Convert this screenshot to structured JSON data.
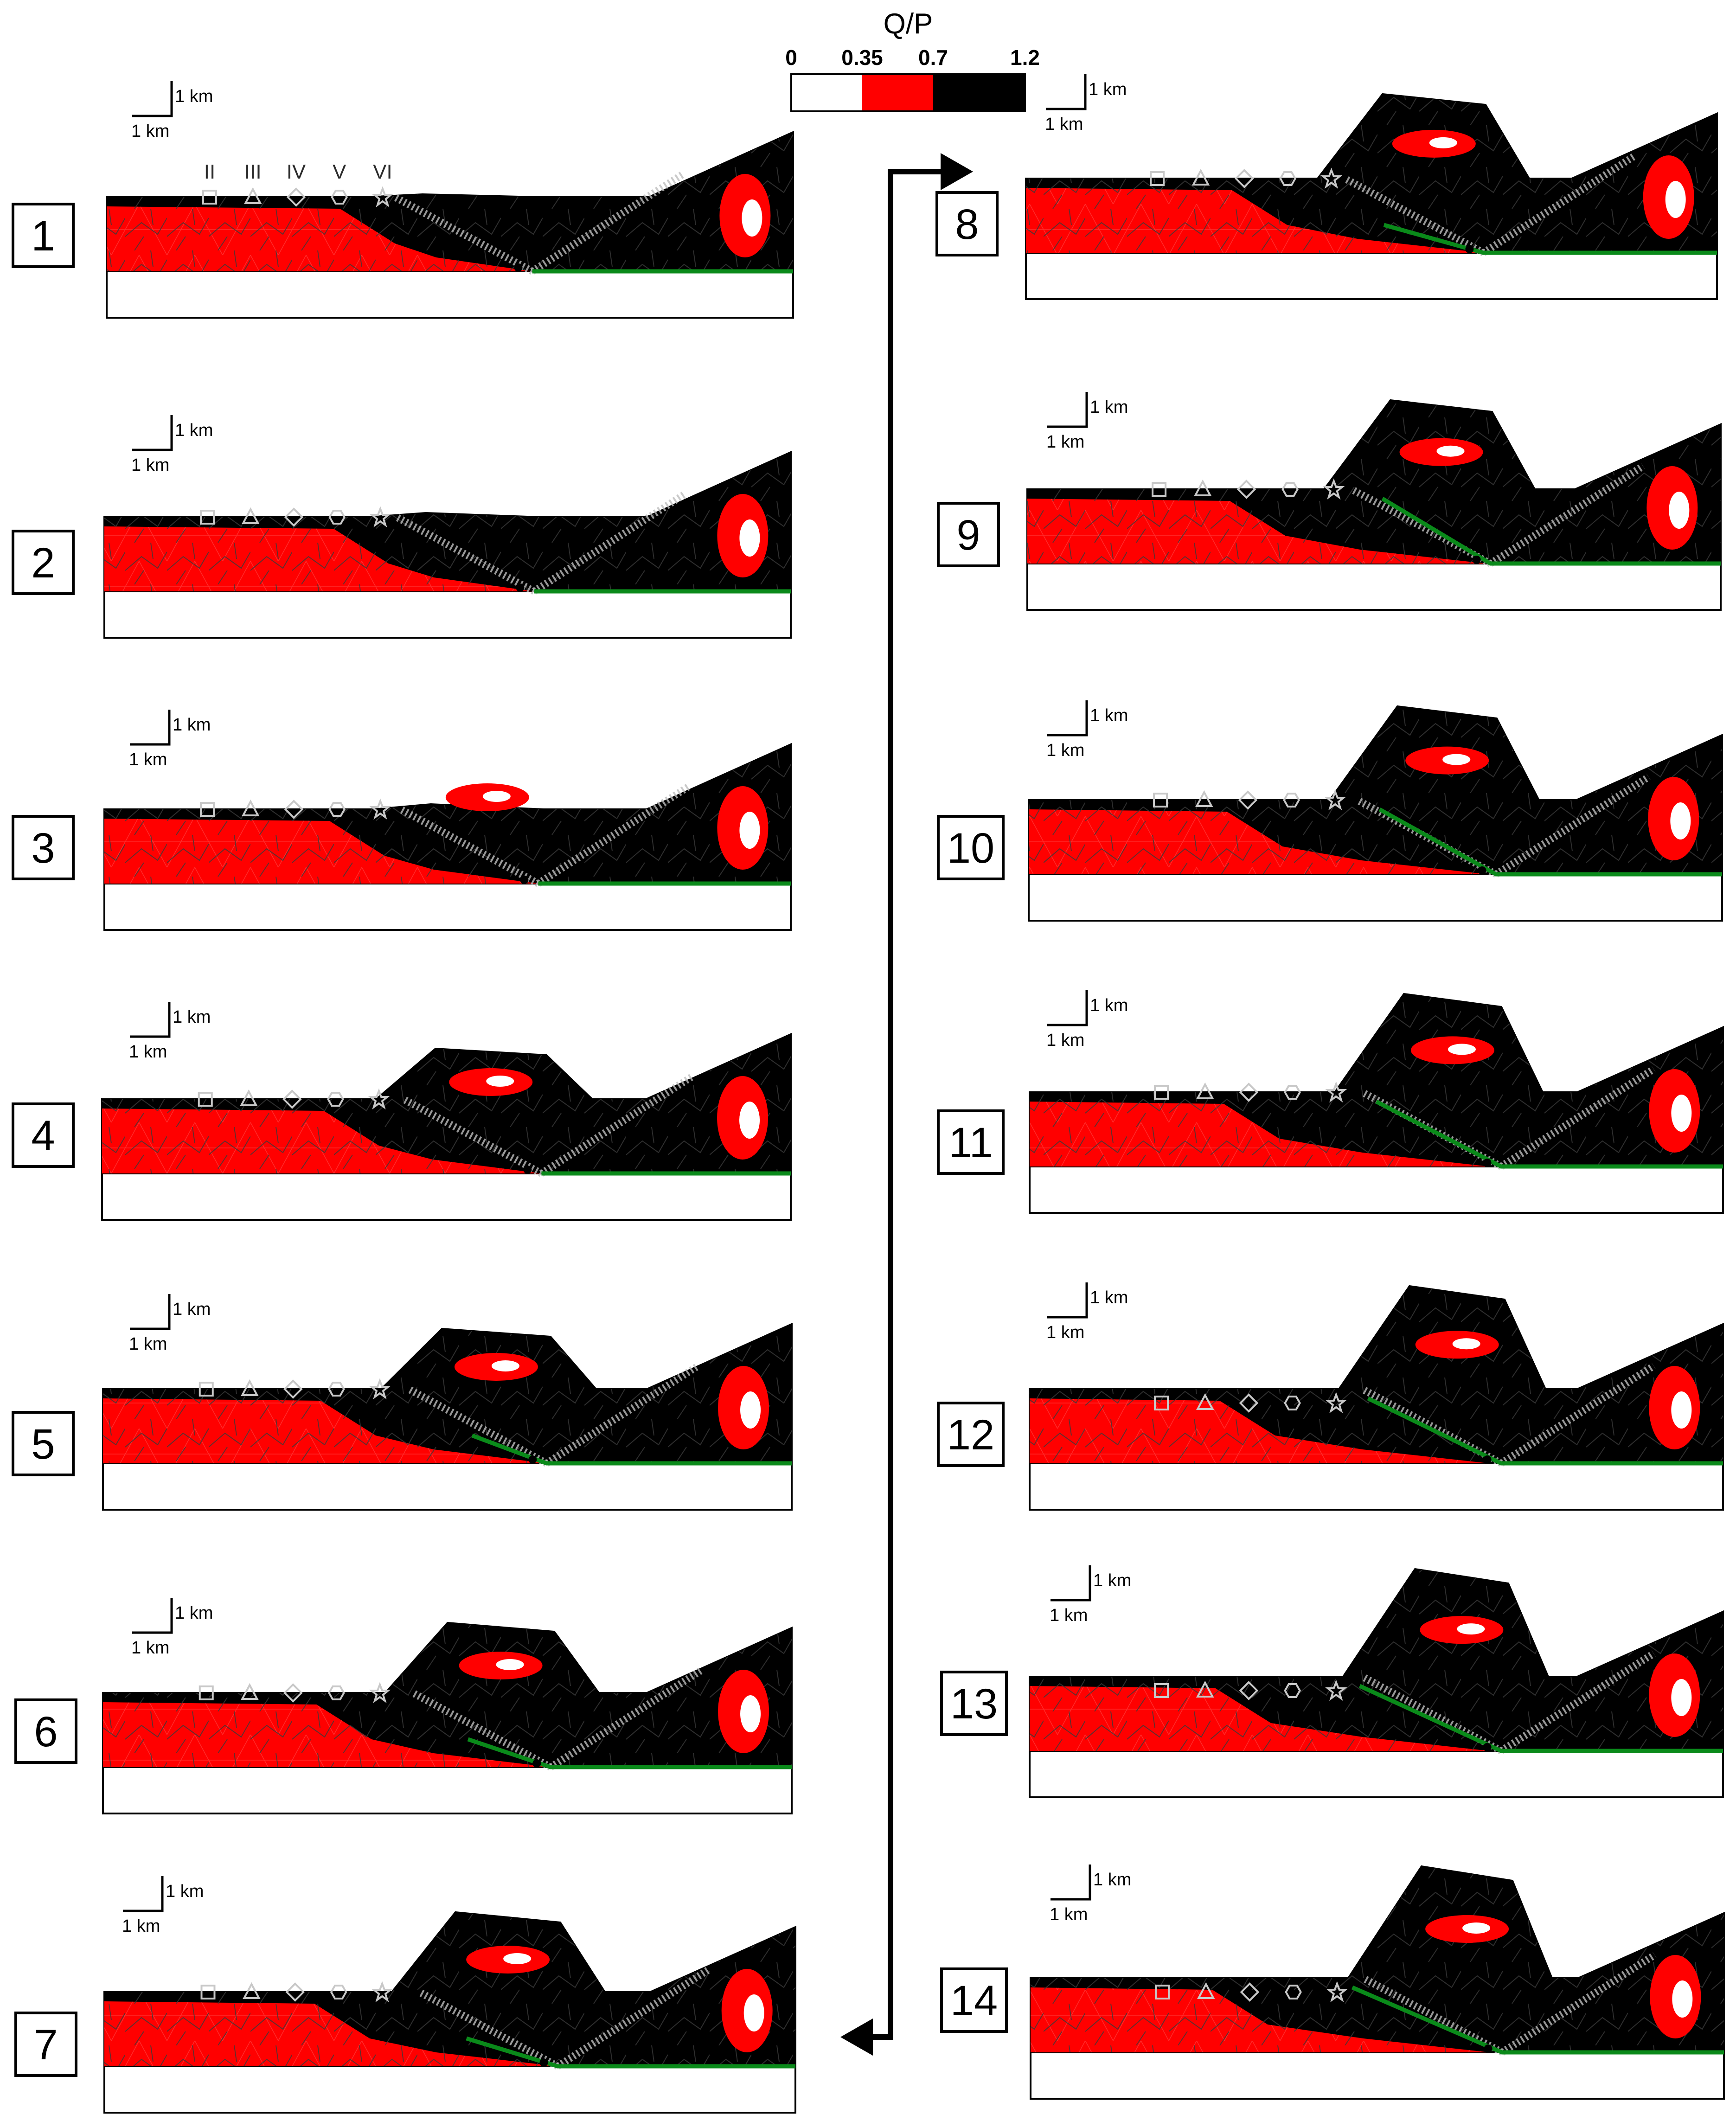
{
  "legend": {
    "title": "Q/P",
    "ticks": [
      "0",
      "0.35",
      "0.7",
      "1.2"
    ],
    "tick_values": [
      0,
      0.35,
      0.7,
      1.2
    ],
    "colors": {
      "low": "#ffffff",
      "mid": "#ff0000",
      "high": "#000000"
    },
    "color_stops": [
      {
        "from": 0,
        "to": 0.35,
        "color": "#ffffff"
      },
      {
        "from": 0.35,
        "to": 0.7,
        "color": "#ff0000"
      },
      {
        "from": 0.7,
        "to": 1.2,
        "color": "#000000"
      }
    ]
  },
  "scale_bar": {
    "vertical": "1 km",
    "horizontal": "1 km"
  },
  "markers": [
    {
      "label": "II",
      "icon": "square-icon"
    },
    {
      "label": "III",
      "icon": "triangle-icon"
    },
    {
      "label": "IV",
      "icon": "diamond-icon"
    },
    {
      "label": "V",
      "icon": "hexagon-icon"
    },
    {
      "label": "VI",
      "icon": "star-icon"
    }
  ],
  "colors": {
    "fault": "#0a8a1a",
    "arrow": "#000000",
    "grain": "#d8d8d8"
  },
  "panels": [
    {
      "label": "1"
    },
    {
      "label": "2"
    },
    {
      "label": "3"
    },
    {
      "label": "4"
    },
    {
      "label": "5"
    },
    {
      "label": "6"
    },
    {
      "label": "7"
    },
    {
      "label": "8"
    },
    {
      "label": "9"
    },
    {
      "label": "10"
    },
    {
      "label": "11"
    },
    {
      "label": "12"
    },
    {
      "label": "13"
    },
    {
      "label": "14"
    }
  ]
}
